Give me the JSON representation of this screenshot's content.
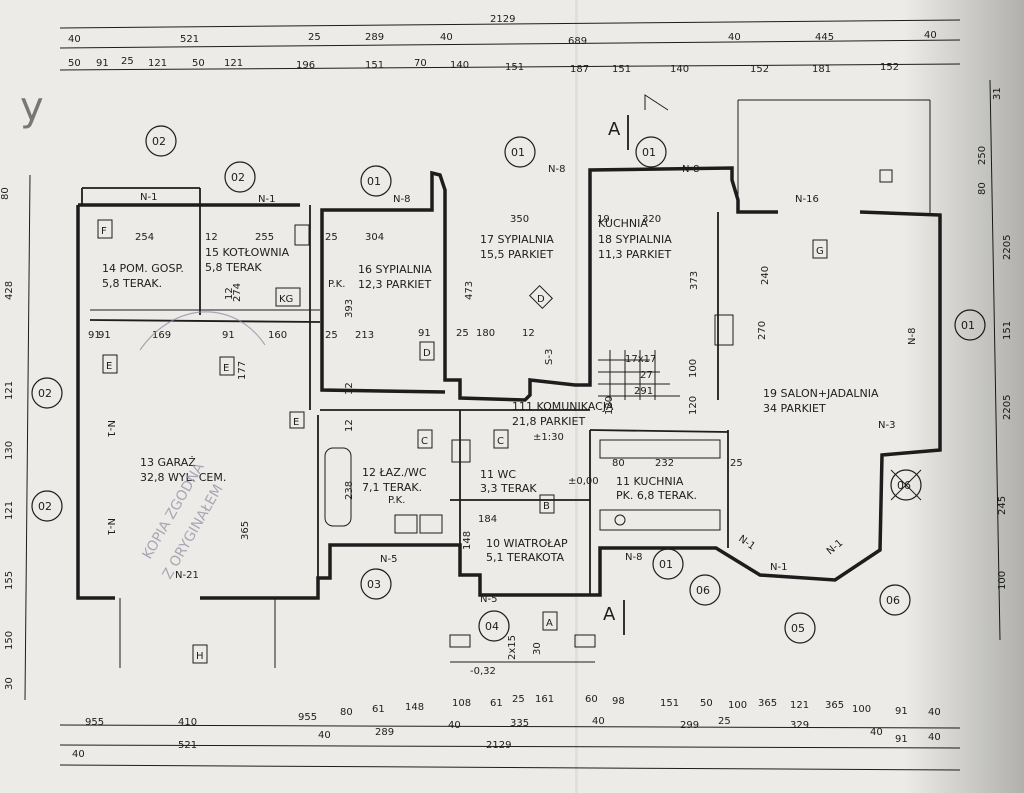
{
  "dims_top_1": [
    "2129"
  ],
  "dims_top_2": [
    "40",
    "521",
    "25",
    "289",
    "40",
    "689",
    "40",
    "445",
    "40"
  ],
  "dims_top_3": [
    "50",
    "91",
    "25",
    "121",
    "50",
    "121",
    "196",
    "151",
    "70",
    "140",
    "151",
    "187",
    "151",
    "140",
    "152",
    "181",
    "152"
  ],
  "dims_bottom_1": [
    "955",
    "410",
    "955",
    "80",
    "61",
    "148",
    "108",
    "61",
    "25",
    "161",
    "60",
    "98",
    "151",
    "50",
    "100",
    "365",
    "121",
    "365",
    "100",
    "91",
    "40"
  ],
  "dims_bottom_2": [
    "40",
    "521",
    "40",
    "289",
    "40",
    "335",
    "40",
    "299",
    "25",
    "329",
    "40",
    "91",
    "40"
  ],
  "dims_bottom_3": [
    "2129"
  ],
  "dims_left": [
    "80",
    "428",
    "121",
    "130",
    "121",
    "155",
    "150",
    "30"
  ],
  "dims_right": [
    "31",
    "250",
    "80",
    "2205",
    "151",
    "2205",
    "245",
    "100"
  ],
  "rooms": [
    {
      "num": "14",
      "name": "POM. GOSP.",
      "area": "5,8",
      "floor": "TERAK."
    },
    {
      "num": "15",
      "name": "KOTŁOWNIA",
      "area": "5,8",
      "floor": "TERAK"
    },
    {
      "num": "16",
      "name": "SYPIALNIA",
      "area": "12,3",
      "floor": "PARKIET"
    },
    {
      "num": "17",
      "name": "SYPIALNIA",
      "area": "15,5",
      "floor": "PARKIET"
    },
    {
      "num": "18",
      "name": "SYPIALNIA",
      "area": "11,3",
      "floor": "PARKIET"
    },
    {
      "num": "19",
      "name": "SALON+JADALNIA",
      "area": "34",
      "floor": "PARKIET"
    },
    {
      "num": "13",
      "name": "GARAŻ",
      "area": "32,8",
      "floor": "WYL. CEM."
    },
    {
      "num": "12",
      "name": "ŁAZ./WC",
      "area": "7,1",
      "floor": "TERAK."
    },
    {
      "num": "111",
      "name": "KOMUNIKACJA",
      "area": "21,8",
      "floor": "PARKIET"
    },
    {
      "num": "11",
      "name": "WC",
      "area": "3,3",
      "floor": "TERAK"
    },
    {
      "num": "11",
      "name": "KUCHNIA",
      "area": "6,8",
      "floor": "TERAK."
    },
    {
      "num": "10",
      "name": "WIATROŁAP",
      "area": "5,1",
      "floor": "TERAKOTA"
    }
  ],
  "kitchen_overwrite": "KUCHNIA",
  "room_dims": [
    "254",
    "12",
    "255",
    "25",
    "304",
    "350",
    "19",
    "320",
    "473",
    "373",
    "393",
    "169",
    "91",
    "160",
    "25",
    "213",
    "91",
    "25",
    "180",
    "12",
    "291",
    "177",
    "365",
    "12",
    "12",
    "238",
    "184",
    "148",
    "232",
    "120",
    "120",
    "25",
    "100",
    "270",
    "240",
    "12",
    "91",
    "91",
    "274",
    "80",
    "17x17",
    "27"
  ],
  "window_tags": [
    "N-1",
    "N-1",
    "N-8",
    "N-8",
    "N-8",
    "N-16",
    "N-8",
    "N-3",
    "N-1",
    "N-1",
    "N-5",
    "N-8",
    "N-1",
    "N-5",
    "N-21",
    "N-1",
    "N-1"
  ],
  "detail_circles": [
    "02",
    "02",
    "01",
    "01",
    "01",
    "01",
    "02",
    "02",
    "03",
    "04",
    "01",
    "06",
    "05",
    "06",
    "06"
  ],
  "door_tags": [
    "F",
    "E",
    "E",
    "D",
    "D",
    "C",
    "C",
    "B",
    "A",
    "G",
    "H",
    "E",
    "KG"
  ],
  "section_marks": [
    "A",
    "A"
  ],
  "stairs": "S-3",
  "level_marks": [
    "±0,00",
    "-0,32",
    "2x15",
    "30"
  ],
  "pk_labels": [
    "P.K.",
    "P.K.",
    "PK."
  ],
  "stamp_text": [
    "KOPIA ZGODNA",
    "Z ORYGINAŁEM"
  ],
  "handwriting": "y",
  "level_small": "±1:30"
}
